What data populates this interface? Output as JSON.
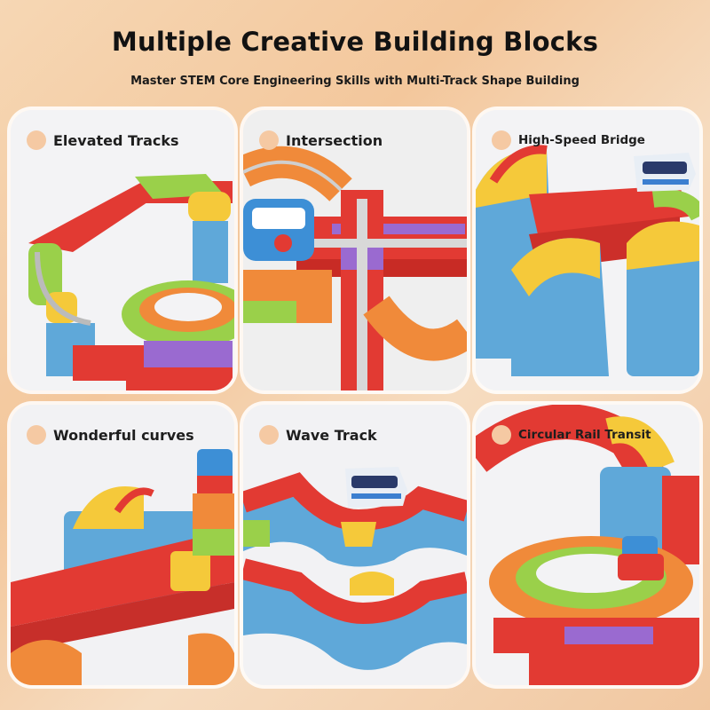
{
  "header": {
    "title": "Multiple Creative Building Blocks",
    "subtitle": "Master STEM Core Engineering Skills with Multi-Track Shape Building"
  },
  "cards": [
    {
      "label": "Elevated Tracks"
    },
    {
      "label": "Intersection"
    },
    {
      "label": "High-Speed Bridge"
    },
    {
      "label": "Wonderful curves"
    },
    {
      "label": "Wave Track"
    },
    {
      "label": "Circular Rail Transit"
    }
  ],
  "colors": {
    "red": "#e23a33",
    "blue": "#5fa8d9",
    "yellow": "#f5c93a",
    "green": "#9ad04a",
    "purple": "#9a6ad0",
    "orange": "#f08a3a",
    "marker": "#f5c9a3"
  }
}
